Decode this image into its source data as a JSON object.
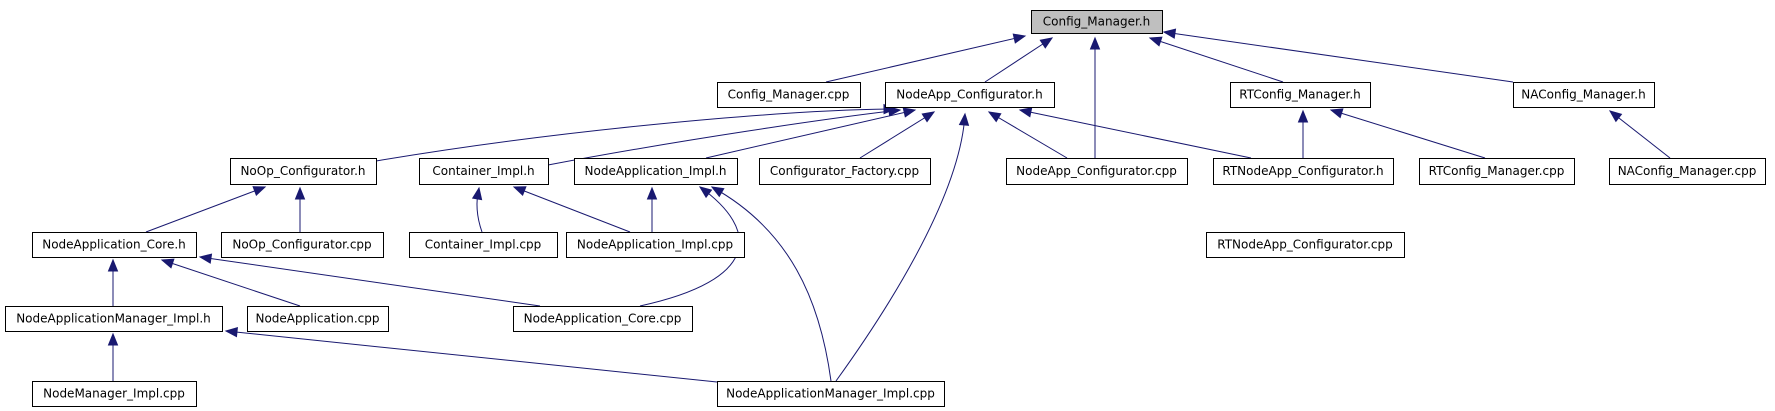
{
  "diagram": {
    "colors": {
      "edge": "#191970",
      "root_fill": "#bfbfbf",
      "node_fill": "#ffffff",
      "node_border": "#000000",
      "text": "#000000"
    },
    "nodes": [
      {
        "id": "config_manager_h",
        "label": "Config_Manager.h",
        "root": true
      },
      {
        "id": "config_manager_cpp",
        "label": "Config_Manager.cpp"
      },
      {
        "id": "nodeapp_configurator_h",
        "label": "NodeApp_Configurator.h"
      },
      {
        "id": "rtconfig_manager_h",
        "label": "RTConfig_Manager.h"
      },
      {
        "id": "naconfig_manager_h",
        "label": "NAConfig_Manager.h"
      },
      {
        "id": "noop_configurator_h",
        "label": "NoOp_Configurator.h"
      },
      {
        "id": "container_impl_h",
        "label": "Container_Impl.h"
      },
      {
        "id": "nodeapplication_impl_h",
        "label": "NodeApplication_Impl.h"
      },
      {
        "id": "configurator_factory_cpp",
        "label": "Configurator_Factory.cpp"
      },
      {
        "id": "nodeapp_configurator_cpp",
        "label": "NodeApp_Configurator.cpp"
      },
      {
        "id": "rtnodeapp_configurator_h",
        "label": "RTNodeApp_Configurator.h"
      },
      {
        "id": "rtconfig_manager_cpp",
        "label": "RTConfig_Manager.cpp"
      },
      {
        "id": "naconfig_manager_cpp",
        "label": "NAConfig_Manager.cpp"
      },
      {
        "id": "nodeapplication_core_h",
        "label": "NodeApplication_Core.h"
      },
      {
        "id": "noop_configurator_cpp",
        "label": "NoOp_Configurator.cpp"
      },
      {
        "id": "container_impl_cpp",
        "label": "Container_Impl.cpp"
      },
      {
        "id": "nodeapplication_impl_cpp",
        "label": "NodeApplication_Impl.cpp"
      },
      {
        "id": "rtnodeapp_configurator_cpp",
        "label": "RTNodeApp_Configurator.cpp"
      },
      {
        "id": "nodeapplicationmanager_impl_h",
        "label": "NodeApplicationManager_Impl.h"
      },
      {
        "id": "nodeapplication_cpp",
        "label": "NodeApplication.cpp"
      },
      {
        "id": "nodeapplication_core_cpp",
        "label": "NodeApplication_Core.cpp"
      },
      {
        "id": "nodemanager_impl_cpp",
        "label": "NodeManager_Impl.cpp"
      },
      {
        "id": "nodeapplicationmanager_impl_cpp",
        "label": "NodeApplicationManager_Impl.cpp"
      }
    ],
    "edges": [
      {
        "from": "config_manager_cpp",
        "to": "config_manager_h"
      },
      {
        "from": "nodeapp_configurator_h",
        "to": "config_manager_h"
      },
      {
        "from": "nodeapp_configurator_cpp",
        "to": "config_manager_h"
      },
      {
        "from": "rtconfig_manager_h",
        "to": "config_manager_h"
      },
      {
        "from": "naconfig_manager_h",
        "to": "config_manager_h"
      },
      {
        "from": "noop_configurator_h",
        "to": "nodeapp_configurator_h"
      },
      {
        "from": "container_impl_h",
        "to": "nodeapp_configurator_h"
      },
      {
        "from": "nodeapplication_impl_h",
        "to": "nodeapp_configurator_h"
      },
      {
        "from": "configurator_factory_cpp",
        "to": "nodeapp_configurator_h"
      },
      {
        "from": "nodeapp_configurator_cpp",
        "to": "nodeapp_configurator_h"
      },
      {
        "from": "rtnodeapp_configurator_h",
        "to": "nodeapp_configurator_h"
      },
      {
        "from": "nodeapplicationmanager_impl_cpp",
        "to": "nodeapp_configurator_h"
      },
      {
        "from": "rtnodeapp_configurator_h",
        "to": "rtconfig_manager_h"
      },
      {
        "from": "rtconfig_manager_cpp",
        "to": "rtconfig_manager_h"
      },
      {
        "from": "naconfig_manager_cpp",
        "to": "naconfig_manager_h"
      },
      {
        "from": "nodeapplication_core_h",
        "to": "noop_configurator_h"
      },
      {
        "from": "noop_configurator_cpp",
        "to": "noop_configurator_h"
      },
      {
        "from": "container_impl_cpp",
        "to": "container_impl_h"
      },
      {
        "from": "nodeapplication_impl_cpp",
        "to": "container_impl_h"
      },
      {
        "from": "nodeapplication_impl_cpp",
        "to": "nodeapplication_impl_h"
      },
      {
        "from": "nodeapplication_core_cpp",
        "to": "nodeapplication_impl_h"
      },
      {
        "from": "nodeapplicationmanager_impl_cpp",
        "to": "nodeapplication_impl_h"
      },
      {
        "from": "rtnodeapp_configurator_cpp",
        "to": "rtnodeapp_configurator_h"
      },
      {
        "from": "nodeapplicationmanager_impl_h",
        "to": "nodeapplication_core_h"
      },
      {
        "from": "nodeapplication_cpp",
        "to": "nodeapplication_core_h"
      },
      {
        "from": "nodeapplication_core_cpp",
        "to": "nodeapplication_core_h"
      },
      {
        "from": "nodemanager_impl_cpp",
        "to": "nodeapplicationmanager_impl_h"
      },
      {
        "from": "nodeapplicationmanager_impl_cpp",
        "to": "nodeapplicationmanager_impl_h"
      }
    ]
  }
}
